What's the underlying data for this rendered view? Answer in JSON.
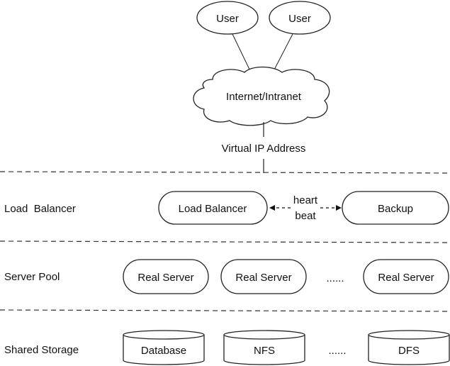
{
  "users": [
    "User",
    "User"
  ],
  "cloud": {
    "label": "Internet/Intranet"
  },
  "vip": {
    "label": "Virtual IP Address"
  },
  "tiers": {
    "load_balancer": "Load  Balancer",
    "server_pool": "Server Pool",
    "shared_storage": "Shared Storage"
  },
  "load_balancer": {
    "primary": "Load Balancer",
    "heartbeat_line1": "heart",
    "heartbeat_line2": "beat",
    "backup": "Backup"
  },
  "servers": [
    "Real Server",
    "Real Server",
    "Real Server"
  ],
  "servers_ellipsis": "......",
  "storage": [
    "Database",
    "NFS",
    "DFS"
  ],
  "storage_ellipsis": "......"
}
